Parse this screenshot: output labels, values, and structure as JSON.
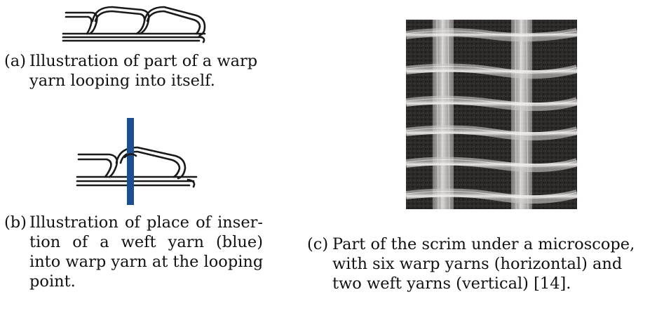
{
  "captions": {
    "a": {
      "label": "(a)",
      "lines": [
        "Illustration of part of a warp",
        "yarn looping into itself."
      ]
    },
    "b": {
      "label": "(b)",
      "lines": [
        "Illustration of place of inser-",
        "tion of a weft yarn (blue)",
        "into warp yarn at the looping",
        "point."
      ]
    },
    "c": {
      "label": "(c)",
      "lines": [
        "Part of the scrim under a microscope,",
        "with six warp yarns (horizontal) and",
        "two weft yarns (vertical) [14]."
      ]
    }
  },
  "colors": {
    "weft_blue": "#1c4f92",
    "line": "#1a1a1a",
    "photo_bg": "#2a2727",
    "yarn": "#eceae8"
  }
}
